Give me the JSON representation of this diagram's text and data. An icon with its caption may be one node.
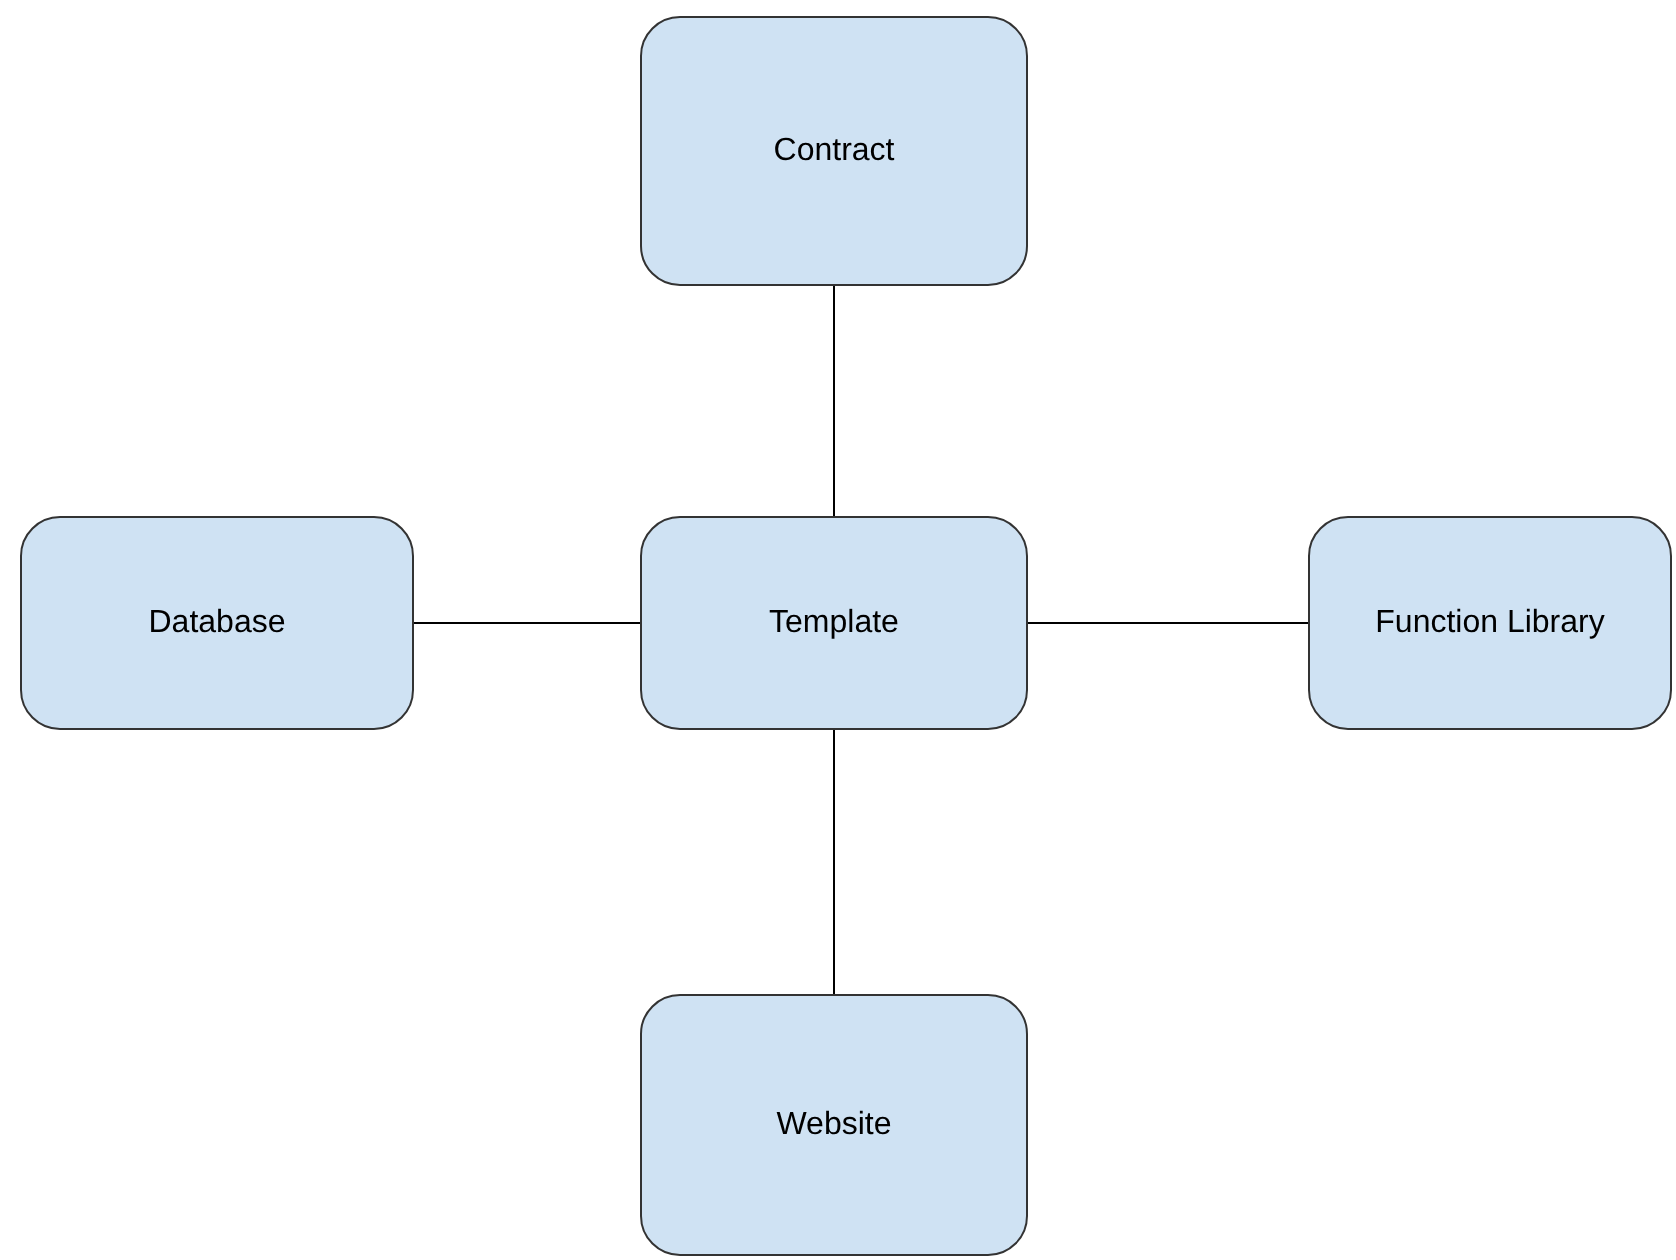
{
  "diagram": {
    "nodes": [
      {
        "text": [
          "Contract"
        ]
      },
      {
        "text": [
          "Database"
        ]
      },
      {
        "text": [
          "Template"
        ]
      },
      {
        "text": [
          "Function Library"
        ]
      },
      {
        "text": [
          "Website"
        ]
      }
    ],
    "edges": [
      {
        "from": 2,
        "to": 0,
        "arrow": "none"
      },
      {
        "from": 1,
        "to": 2,
        "arrow": "none"
      },
      {
        "from": 2,
        "to": 3,
        "arrow": "none"
      },
      {
        "from": 2,
        "to": 4,
        "arrow": "none"
      }
    ]
  }
}
